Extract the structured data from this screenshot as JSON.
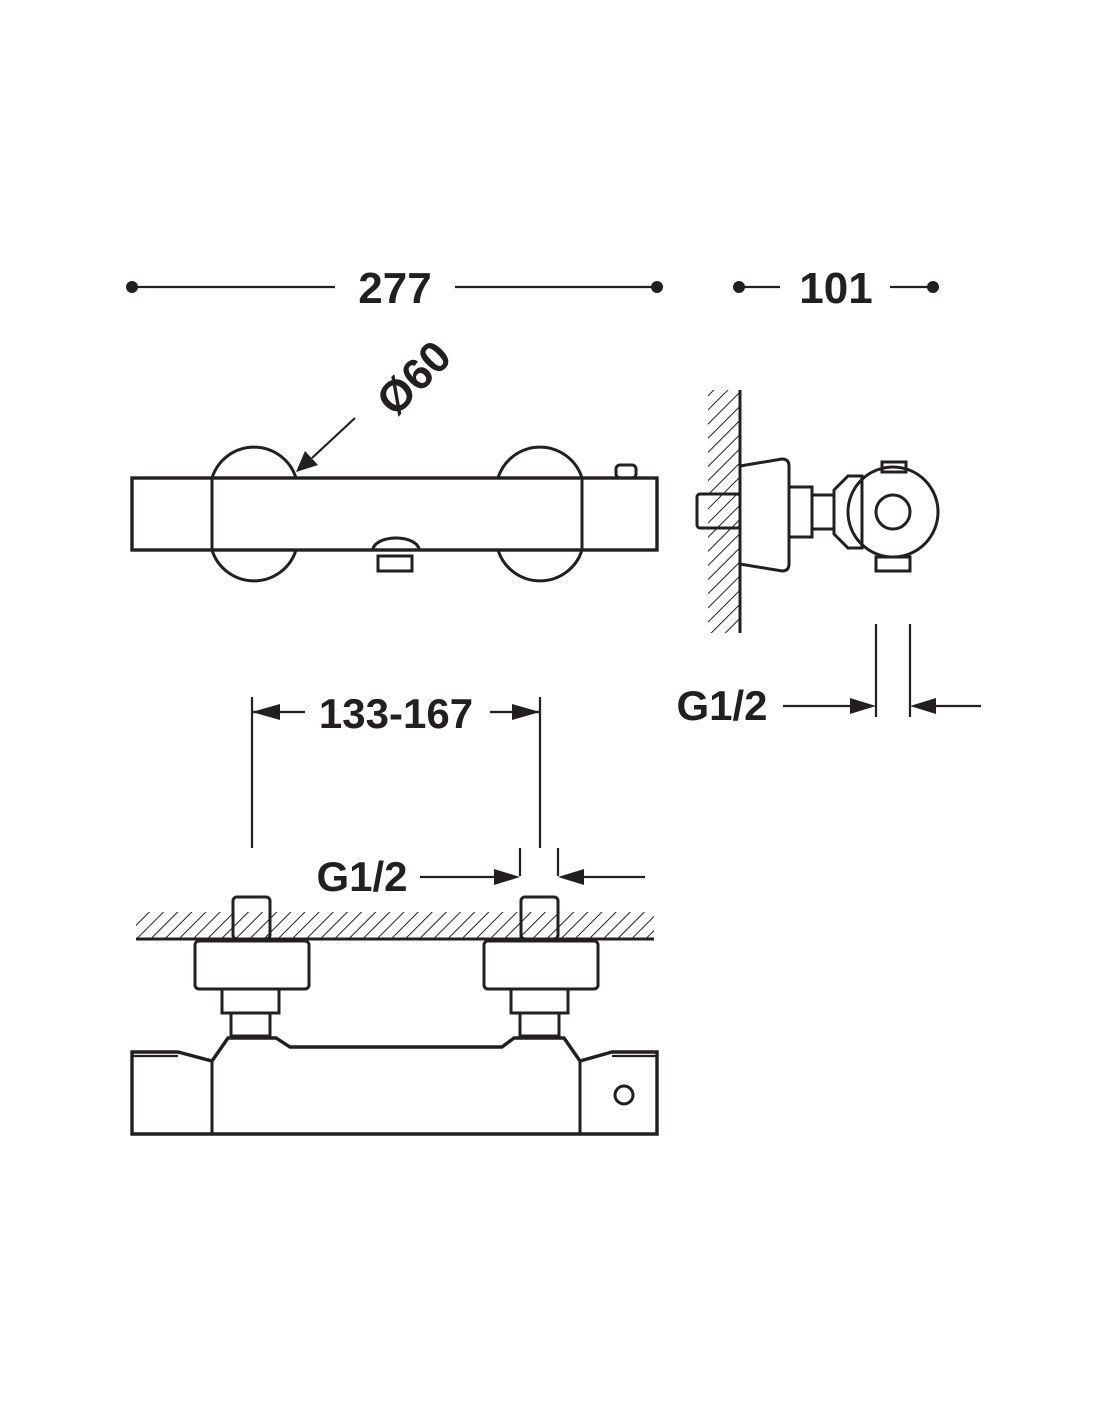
{
  "dimensions": {
    "overall_length": "277",
    "depth": "101",
    "diameter": "Ø60",
    "center_distance": "133-167",
    "thread_side": "G1/2",
    "thread_bottom": "G1/2"
  },
  "colors": {
    "ink": "#231f20",
    "background": "#ffffff"
  }
}
